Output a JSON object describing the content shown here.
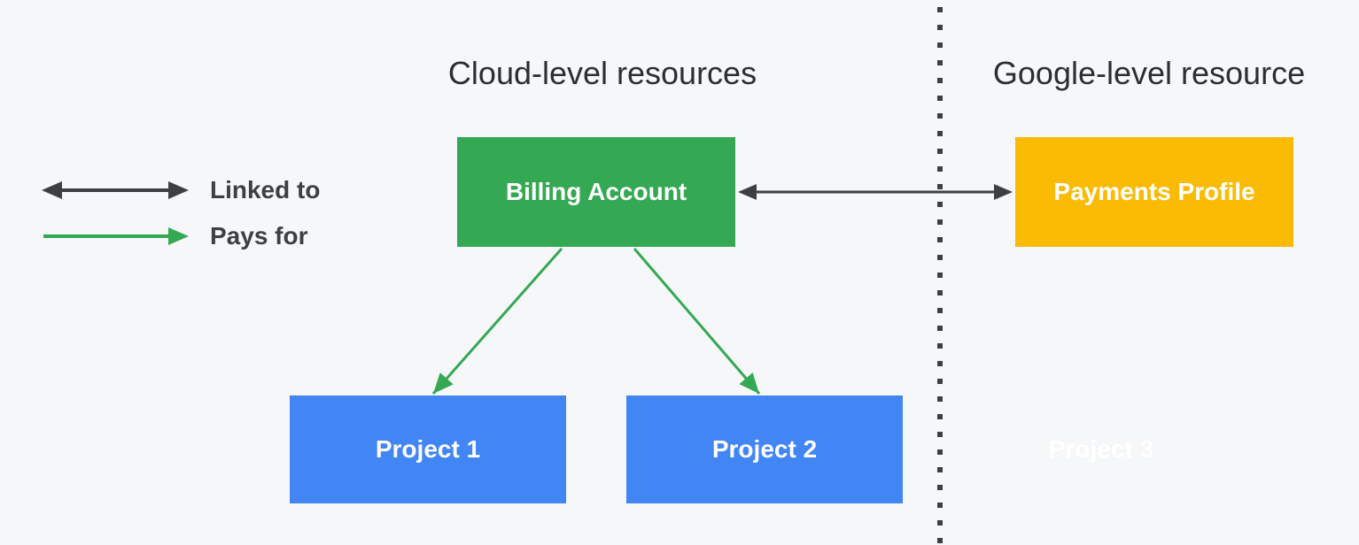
{
  "titles": {
    "left": "Cloud-level resources",
    "right": "Google-level resource"
  },
  "legend": {
    "items": [
      {
        "label": "Linked to",
        "arrow_icon": "double-headed-dark-arrow"
      },
      {
        "label": "Pays for",
        "arrow_icon": "single-headed-green-arrow"
      }
    ]
  },
  "nodes": {
    "billing_account": {
      "label": "Billing Account"
    },
    "payments_profile": {
      "label": "Payments Profile"
    },
    "project1": {
      "label": "Project 1"
    },
    "project2": {
      "label": "Project 2"
    },
    "project3": {
      "label": "Project 3"
    }
  },
  "edges": [
    {
      "from": "Billing Account",
      "to": "Payments Profile",
      "relation": "Linked to",
      "direction": "bidirectional",
      "color": "#3C4043"
    },
    {
      "from": "Billing Account",
      "to": "Project 1",
      "relation": "Pays for",
      "direction": "forward",
      "color": "#34A853"
    },
    {
      "from": "Billing Account",
      "to": "Project 2",
      "relation": "Pays for",
      "direction": "forward",
      "color": "#34A853"
    }
  ],
  "divider": {
    "style": "vertical-dotted",
    "separates": [
      "Cloud-level resources",
      "Google-level resource"
    ]
  },
  "colors": {
    "bg": "#F6F7F9",
    "title": "#2B2F33",
    "label": "#3C4043",
    "dark": "#3C4043",
    "green": "#34A853",
    "yellow": "#FABB05",
    "blue": "#4285F4",
    "node_text": "#FFFFFF",
    "ghost_text": "#FFFFFF"
  }
}
